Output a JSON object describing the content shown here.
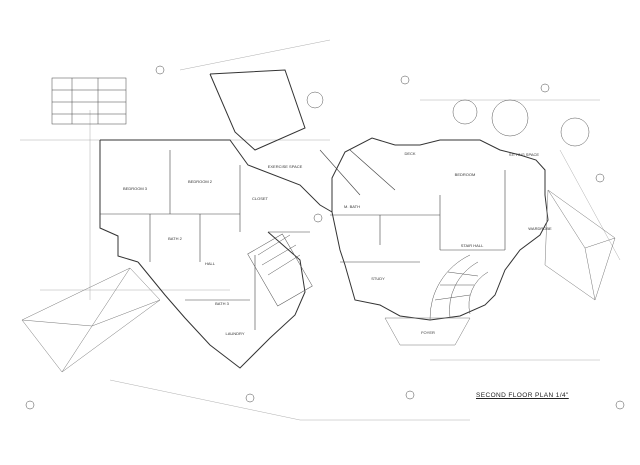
{
  "title": "SECOND FLOOR PLAN 1/4\"",
  "rooms": [
    {
      "key": "bedroom3",
      "label": "BEDROOM 3"
    },
    {
      "key": "bedroom2",
      "label": "BEDROOM 2"
    },
    {
      "key": "exercise",
      "label": "EXERCISE SPACE"
    },
    {
      "key": "master",
      "label": "BEDROOM"
    },
    {
      "key": "sitting",
      "label": "SITTING SPACE"
    },
    {
      "key": "wardrobe",
      "label": "WARDROBE"
    },
    {
      "key": "study",
      "label": "STUDY"
    },
    {
      "key": "bath",
      "label": "M. BATH"
    },
    {
      "key": "stairhall",
      "label": "STAIR HALL"
    },
    {
      "key": "bath2",
      "label": "BATH 2"
    },
    {
      "key": "bath3",
      "label": "BATH 3"
    },
    {
      "key": "closet",
      "label": "CLOSET"
    },
    {
      "key": "hall",
      "label": "HALL"
    },
    {
      "key": "deck",
      "label": "DECK"
    },
    {
      "key": "foyer",
      "label": "FOYER"
    },
    {
      "key": "laundry",
      "label": "LAUNDRY"
    }
  ],
  "colors": {
    "ink": "#333333",
    "light": "#8a8a8a",
    "paper": "#ffffff"
  }
}
